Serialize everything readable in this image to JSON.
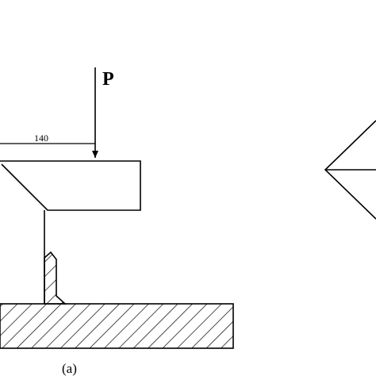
{
  "diagram": {
    "load_label": "P",
    "dimension_label": "140",
    "caption": "(a)",
    "colors": {
      "line": "#000000",
      "background": "#ffffff"
    }
  }
}
